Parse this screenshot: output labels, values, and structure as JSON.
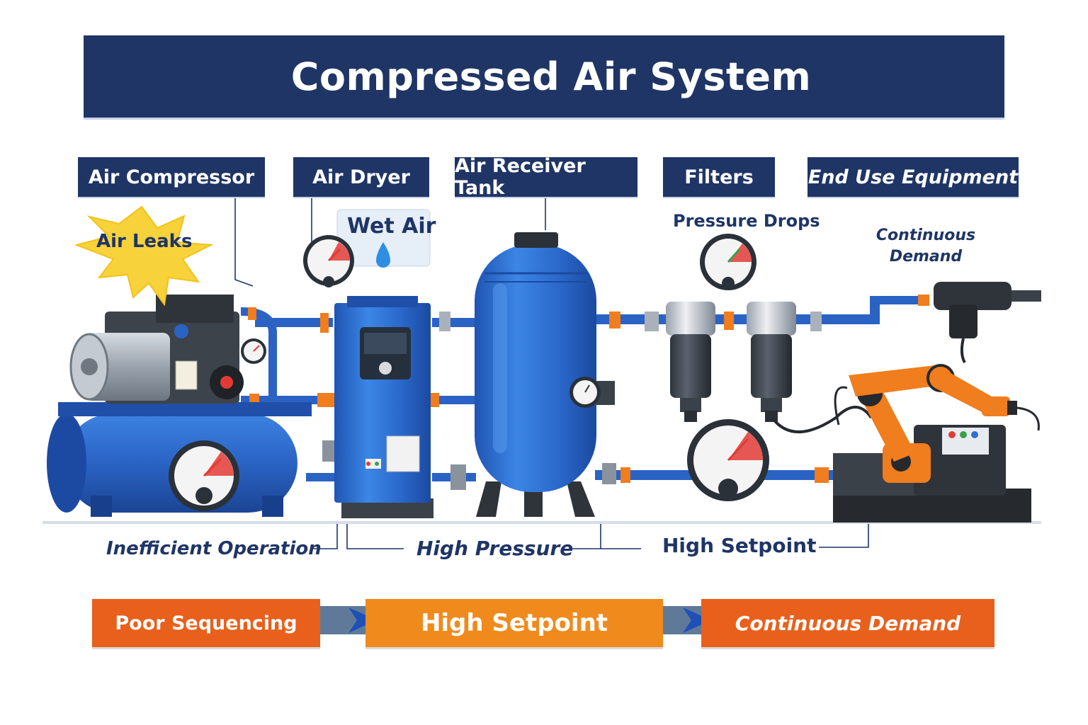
{
  "title": "Compressed Air System",
  "components": [
    {
      "label": "Air Compressor",
      "italic": false
    },
    {
      "label": "Air Dryer",
      "italic": false
    },
    {
      "label": "Air Receiver Tank",
      "italic": false
    },
    {
      "label": "Filters",
      "italic": false
    },
    {
      "label": "End Use Equipment",
      "italic": true
    }
  ],
  "issues": {
    "air_leaks": "Air Leaks",
    "wet_air": "Wet Air",
    "pressure_drops": "Pressure Drops",
    "continuous_demand_line1": "Continuous",
    "continuous_demand_line2": "Demand",
    "inefficient_operation": "Inefficient Operation",
    "high_pressure": "High Pressure",
    "high_setpoint": "High Setpoint"
  },
  "flow": [
    {
      "label": "Poor Sequencing",
      "color": "#e8601c"
    },
    {
      "label": "High Setpoint",
      "color": "#f08a1c"
    },
    {
      "label": "Continuous Demand",
      "color": "#e8601c"
    }
  ],
  "colors": {
    "navy": "#1f3566",
    "equipment_blue": "#2f6fd0",
    "pipe_orange": "#f07d1e",
    "robot_orange": "#f07d1e",
    "starburst_yellow": "#f7d23a",
    "gauge_red": "#e23b35"
  },
  "icons": [
    "starburst-icon",
    "water-drop-icon",
    "pressure-gauge-icon",
    "arrow-right-icon"
  ]
}
